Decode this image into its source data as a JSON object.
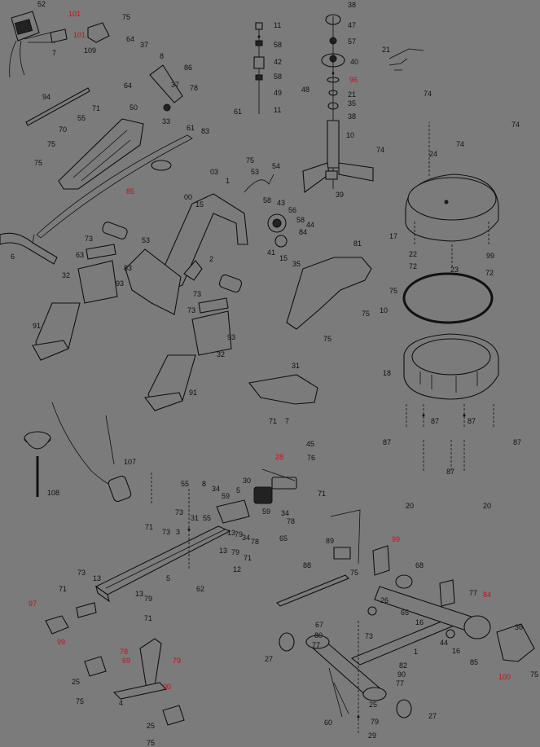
{
  "colors": {
    "background": "#7b7b7b",
    "line": "#111111",
    "highlight": "#c8101a"
  },
  "callouts": {
    "c1": "52",
    "c2": "75",
    "c3": "101",
    "c4": "101",
    "c5": "7",
    "c6": "109",
    "c7": "64",
    "c8": "37",
    "c9": "8",
    "c10": "86",
    "c11": "37",
    "c12": "64",
    "c13": "78",
    "c14": "33",
    "c15": "61",
    "c16": "83",
    "c17": "94",
    "c18": "71",
    "c19": "50",
    "c20": "55",
    "c21": "70",
    "c22": "75",
    "c23": "75",
    "c24": "85",
    "c25": "6",
    "c26": "11",
    "c27": "58",
    "c28": "42",
    "c29": "58",
    "c30": "49",
    "c31": "61",
    "c32": "11",
    "c33": "38",
    "c34": "47",
    "c35": "57",
    "c36": "40",
    "c37": "96",
    "c38": "48",
    "c39": "21",
    "c40": "35",
    "c41": "38",
    "c42": "10",
    "c43": "39",
    "c44": "21",
    "c45": "74",
    "c46": "74",
    "c47": "74",
    "c48": "74",
    "c49": "24",
    "c50": "17",
    "c51": "22",
    "c52": "72",
    "c53": "23",
    "c54": "72",
    "c55": "99",
    "c56": "03",
    "c57": "1",
    "c58": "75",
    "c59": "53",
    "c60": "54",
    "c61": "00",
    "c62": "15",
    "c63": "58",
    "c64": "43",
    "c65": "56",
    "c66": "58",
    "c67": "44",
    "c68": "84",
    "c69": "41",
    "c70": "15",
    "c71": "35",
    "c72": "53",
    "c73": "73",
    "c74": "83",
    "c75": "32",
    "c76": "93",
    "c77": "91",
    "c78": "2",
    "c79": "63",
    "c80": "73",
    "c81": "73",
    "c82": "93",
    "c83": "32",
    "c84": "91",
    "c85": "81",
    "c86": "75",
    "c87": "75",
    "c88": "75",
    "c89": "10",
    "c90": "18",
    "c91": "31",
    "c92": "71",
    "c93": "7",
    "c94": "87",
    "c95": "87",
    "c96": "87",
    "c97": "87",
    "c98": "87",
    "c99": "108",
    "c100": "107",
    "c101": "28",
    "c102": "45",
    "c103": "76",
    "c104": "30",
    "c105": "71",
    "c106": "20",
    "c107": "20",
    "c108": "55",
    "c109": "8",
    "c110": "34",
    "c111": "73",
    "c112": "5",
    "c113": "71",
    "c114": "73",
    "c115": "3",
    "c116": "31",
    "c117": "55",
    "c118": "59",
    "c119": "34",
    "c120": "78",
    "c121": "59",
    "c122": "13",
    "c123": "79",
    "c124": "78",
    "c125": "13",
    "c126": "79",
    "c127": "71",
    "c128": "34",
    "c129": "12",
    "c130": "65",
    "c131": "5",
    "c132": "73",
    "c133": "71",
    "c134": "13",
    "c135": "13",
    "c136": "79",
    "c137": "62",
    "c138": "71",
    "c139": "97",
    "c140": "99",
    "c141": "88",
    "c142": "89",
    "c143": "99",
    "c144": "75",
    "c145": "68",
    "c146": "77",
    "c147": "84",
    "c148": "26",
    "c149": "65",
    "c150": "16",
    "c151": "44",
    "c152": "16",
    "c153": "85",
    "c154": "36",
    "c155": "100",
    "c156": "75",
    "c157": "67",
    "c158": "80",
    "c159": "77",
    "c160": "73",
    "c161": "1",
    "c162": "82",
    "c163": "90",
    "c164": "77",
    "c165": "27",
    "c166": "60",
    "c167": "79",
    "c168": "27",
    "c169": "25",
    "c170": "29",
    "c171": "78",
    "c172": "69",
    "c173": "79",
    "c174": "00",
    "c175": "25",
    "c176": "75",
    "c177": "4",
    "c178": "25",
    "c179": "75"
  }
}
